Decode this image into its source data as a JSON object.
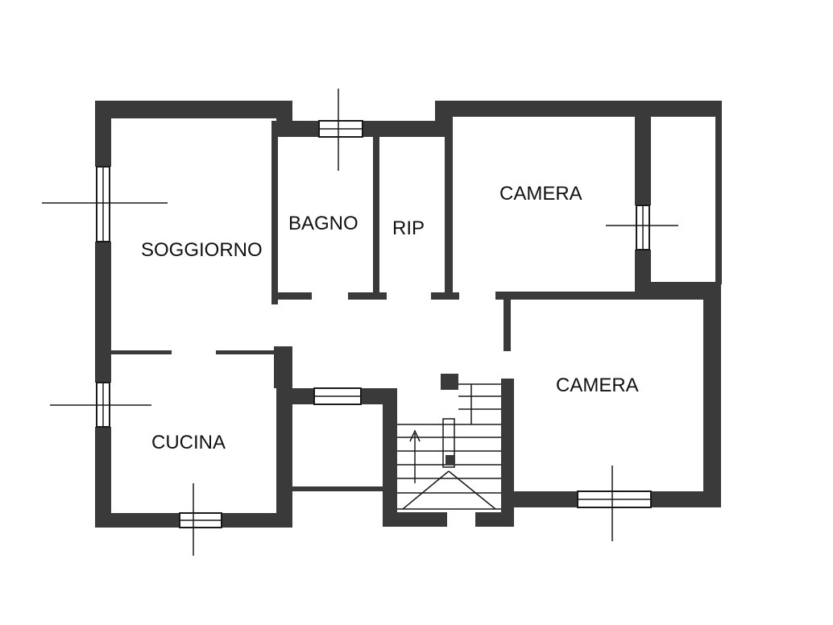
{
  "colors": {
    "wall": "#3a3a3a",
    "line": "#1a1a1a",
    "background": "#ffffff"
  },
  "rooms": {
    "soggiorno": "SOGGIORNO",
    "bagno": "BAGNO",
    "rip": "RIP",
    "camera_1": "CAMERA",
    "camera_2": "CAMERA",
    "cucina": "CUCINA"
  }
}
